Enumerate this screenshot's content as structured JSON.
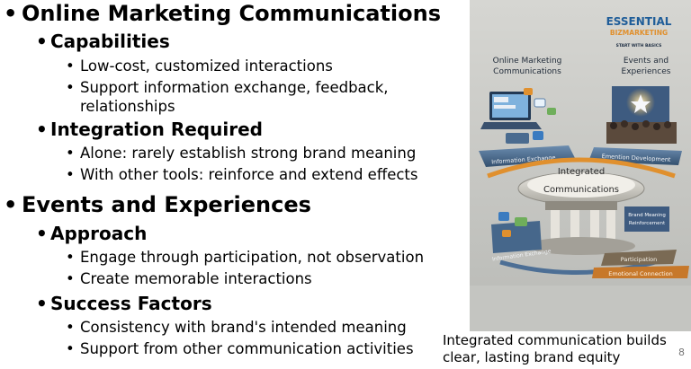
{
  "slide": {
    "sections": [
      {
        "title": "Online Marketing Communications",
        "groups": [
          {
            "heading": "Capabilities",
            "items": [
              "Low-cost, customized interactions",
              "Support information exchange, feedback, relationships"
            ]
          },
          {
            "heading": "Integration Required",
            "items": [
              "Alone: rarely establish strong brand meaning",
              "With other tools: reinforce and extend effects"
            ]
          }
        ]
      },
      {
        "title": "Events and Experiences",
        "groups": [
          {
            "heading": "Approach",
            "items": [
              "Engage through participation, not observation",
              "Create memorable interactions"
            ]
          },
          {
            "heading": "Success Factors",
            "items": [
              "Consistency with brand's intended meaning",
              "Support from other communication activities"
            ]
          }
        ]
      }
    ],
    "bullet_l1": "•",
    "bullet_l2": "•",
    "bullet_l3": "•",
    "caption": "Integrated communication builds clear, lasting brand equity",
    "page_number": "8"
  },
  "figure": {
    "logo_line1": "ESSENTIAL",
    "logo_line2": "BIZMARKETING",
    "logo_tagline": "START WITH BASICS",
    "left_title": "Online Marketing Communications",
    "left_title_1": "Online Marketing",
    "left_title_2": "Communications",
    "right_title_1": "Events and",
    "right_title_2": "Experiences",
    "left_platform": "Information Exchange",
    "right_platform": "Emention Development",
    "center_1": "Integrated",
    "center_2": "Communications",
    "brand_1": "Brand Meaning",
    "brand_2": "Reinforcement",
    "lower_left": "Information Exchange",
    "participation": "Participation",
    "emotional": "Emotional Connection",
    "colors": {
      "background": "#c9c9c4",
      "platform_blue": "#4d6f95",
      "accent_orange": "#e0902e",
      "logo_blue": "#1f5d99"
    }
  }
}
